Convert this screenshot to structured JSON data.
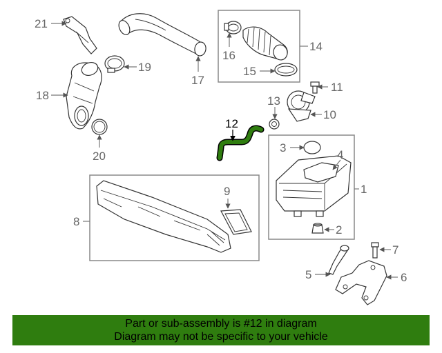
{
  "diagram": {
    "highlight_color": "#2f7d0f",
    "callouts": {
      "c1": "1",
      "c2": "2",
      "c3": "3",
      "c4": "4",
      "c5": "5",
      "c6": "6",
      "c7": "7",
      "c8": "8",
      "c9": "9",
      "c10": "10",
      "c11": "11",
      "c12": "12",
      "c13": "13",
      "c14": "14",
      "c15": "15",
      "c16": "16",
      "c17": "17",
      "c18": "18",
      "c19": "19",
      "c20": "20",
      "c21": "21"
    }
  },
  "footer": {
    "line1": "Part or sub-assembly is #12 in diagram",
    "line2": "Diagram may not be specific to your vehicle",
    "background": "#2f7d0f"
  }
}
